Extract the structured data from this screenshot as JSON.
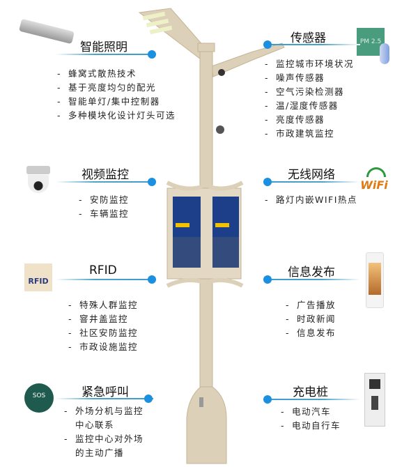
{
  "left": [
    {
      "title": "智能照明",
      "icon": "street-lamp-icon",
      "items": [
        "蜂窝式散热技术",
        "基于亮度均匀的配光",
        "智能单灯/集中控制器",
        "多种模块化设计灯头可选"
      ]
    },
    {
      "title": "视频监控",
      "icon": "dome-camera-icon",
      "items": [
        "安防监控",
        "车辆监控"
      ]
    },
    {
      "title": "RFID",
      "icon": "rfid-icon",
      "icon_text": "RFID",
      "items": [
        "特殊人群监控",
        "窨井盖监控",
        "社区安防监控",
        "市政设施监控"
      ]
    },
    {
      "title": "紧急呼叫",
      "icon": "sos-icon",
      "icon_text": "SOS",
      "items": [
        "外场分机与监控",
        "中心联系",
        "监控中心对外场",
        "的主动广播"
      ]
    }
  ],
  "right": [
    {
      "title": "传感器",
      "icon": "pm25-sensor-icon",
      "icon_text": "PM 2.5",
      "items": [
        "监控城市环境状况",
        "噪声传感器",
        "空气污染检测器",
        "温/湿度传感器",
        "亮度传感器",
        "市政建筑监控"
      ]
    },
    {
      "title": "无线网络",
      "icon": "wifi-icon",
      "icon_text": "WiFi",
      "items": [
        "路灯内嵌WIFI热点"
      ]
    },
    {
      "title": "信息发布",
      "icon": "display-screen-icon",
      "items": [
        "广告播放",
        "时政新闻",
        "信息发布"
      ]
    },
    {
      "title": "充电桩",
      "icon": "charging-pile-icon",
      "items": [
        "电动汽车",
        "电动自行车"
      ]
    }
  ],
  "colors": {
    "pole": "#dcd0b8",
    "accent": "#1b8fe0",
    "line": "#4aa3c8"
  }
}
